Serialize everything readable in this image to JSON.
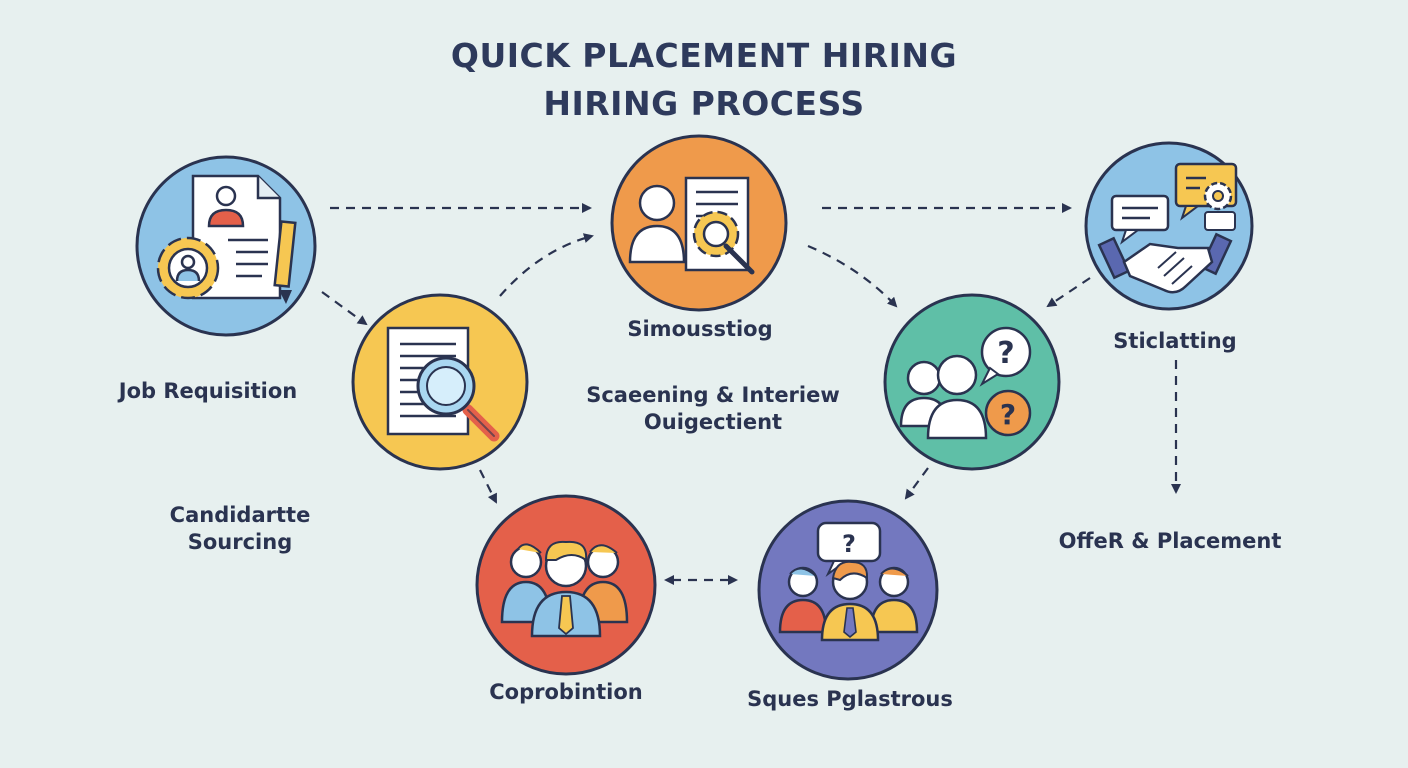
{
  "title": {
    "line1": "QUICK PLACEMENT HIRING",
    "line2": "HIRING PROCESS"
  },
  "labels": {
    "job_requisition": "Job Requisition",
    "candidate_sourcing_1": "Candidartte",
    "candidate_sourcing_2": "Sourcing",
    "simousstiog": "Simousstiog",
    "screening_1": "Scaeening & Interiew",
    "screening_2": "Ouigectient",
    "coprobintion": "Coprobintion",
    "sques": "Sques Pglastrous",
    "sticlatting": "Sticlatting",
    "offer": "OffeR & Placement"
  },
  "colors": {
    "background": "#e7f0ef",
    "blue": "#8ec3e6",
    "yellow": "#f6c752",
    "orange": "#ef9a4b",
    "red": "#e4604a",
    "green": "#5fbfa7",
    "purple": "#7378bf",
    "outline": "#2a3350",
    "arrow": "#2a3350"
  },
  "icons": [
    "document-gear-icon",
    "magnifier-document-icon",
    "candidate-review-icon",
    "team-group-icon",
    "question-people-icon",
    "discussion-team-icon",
    "handshake-chat-icon"
  ]
}
